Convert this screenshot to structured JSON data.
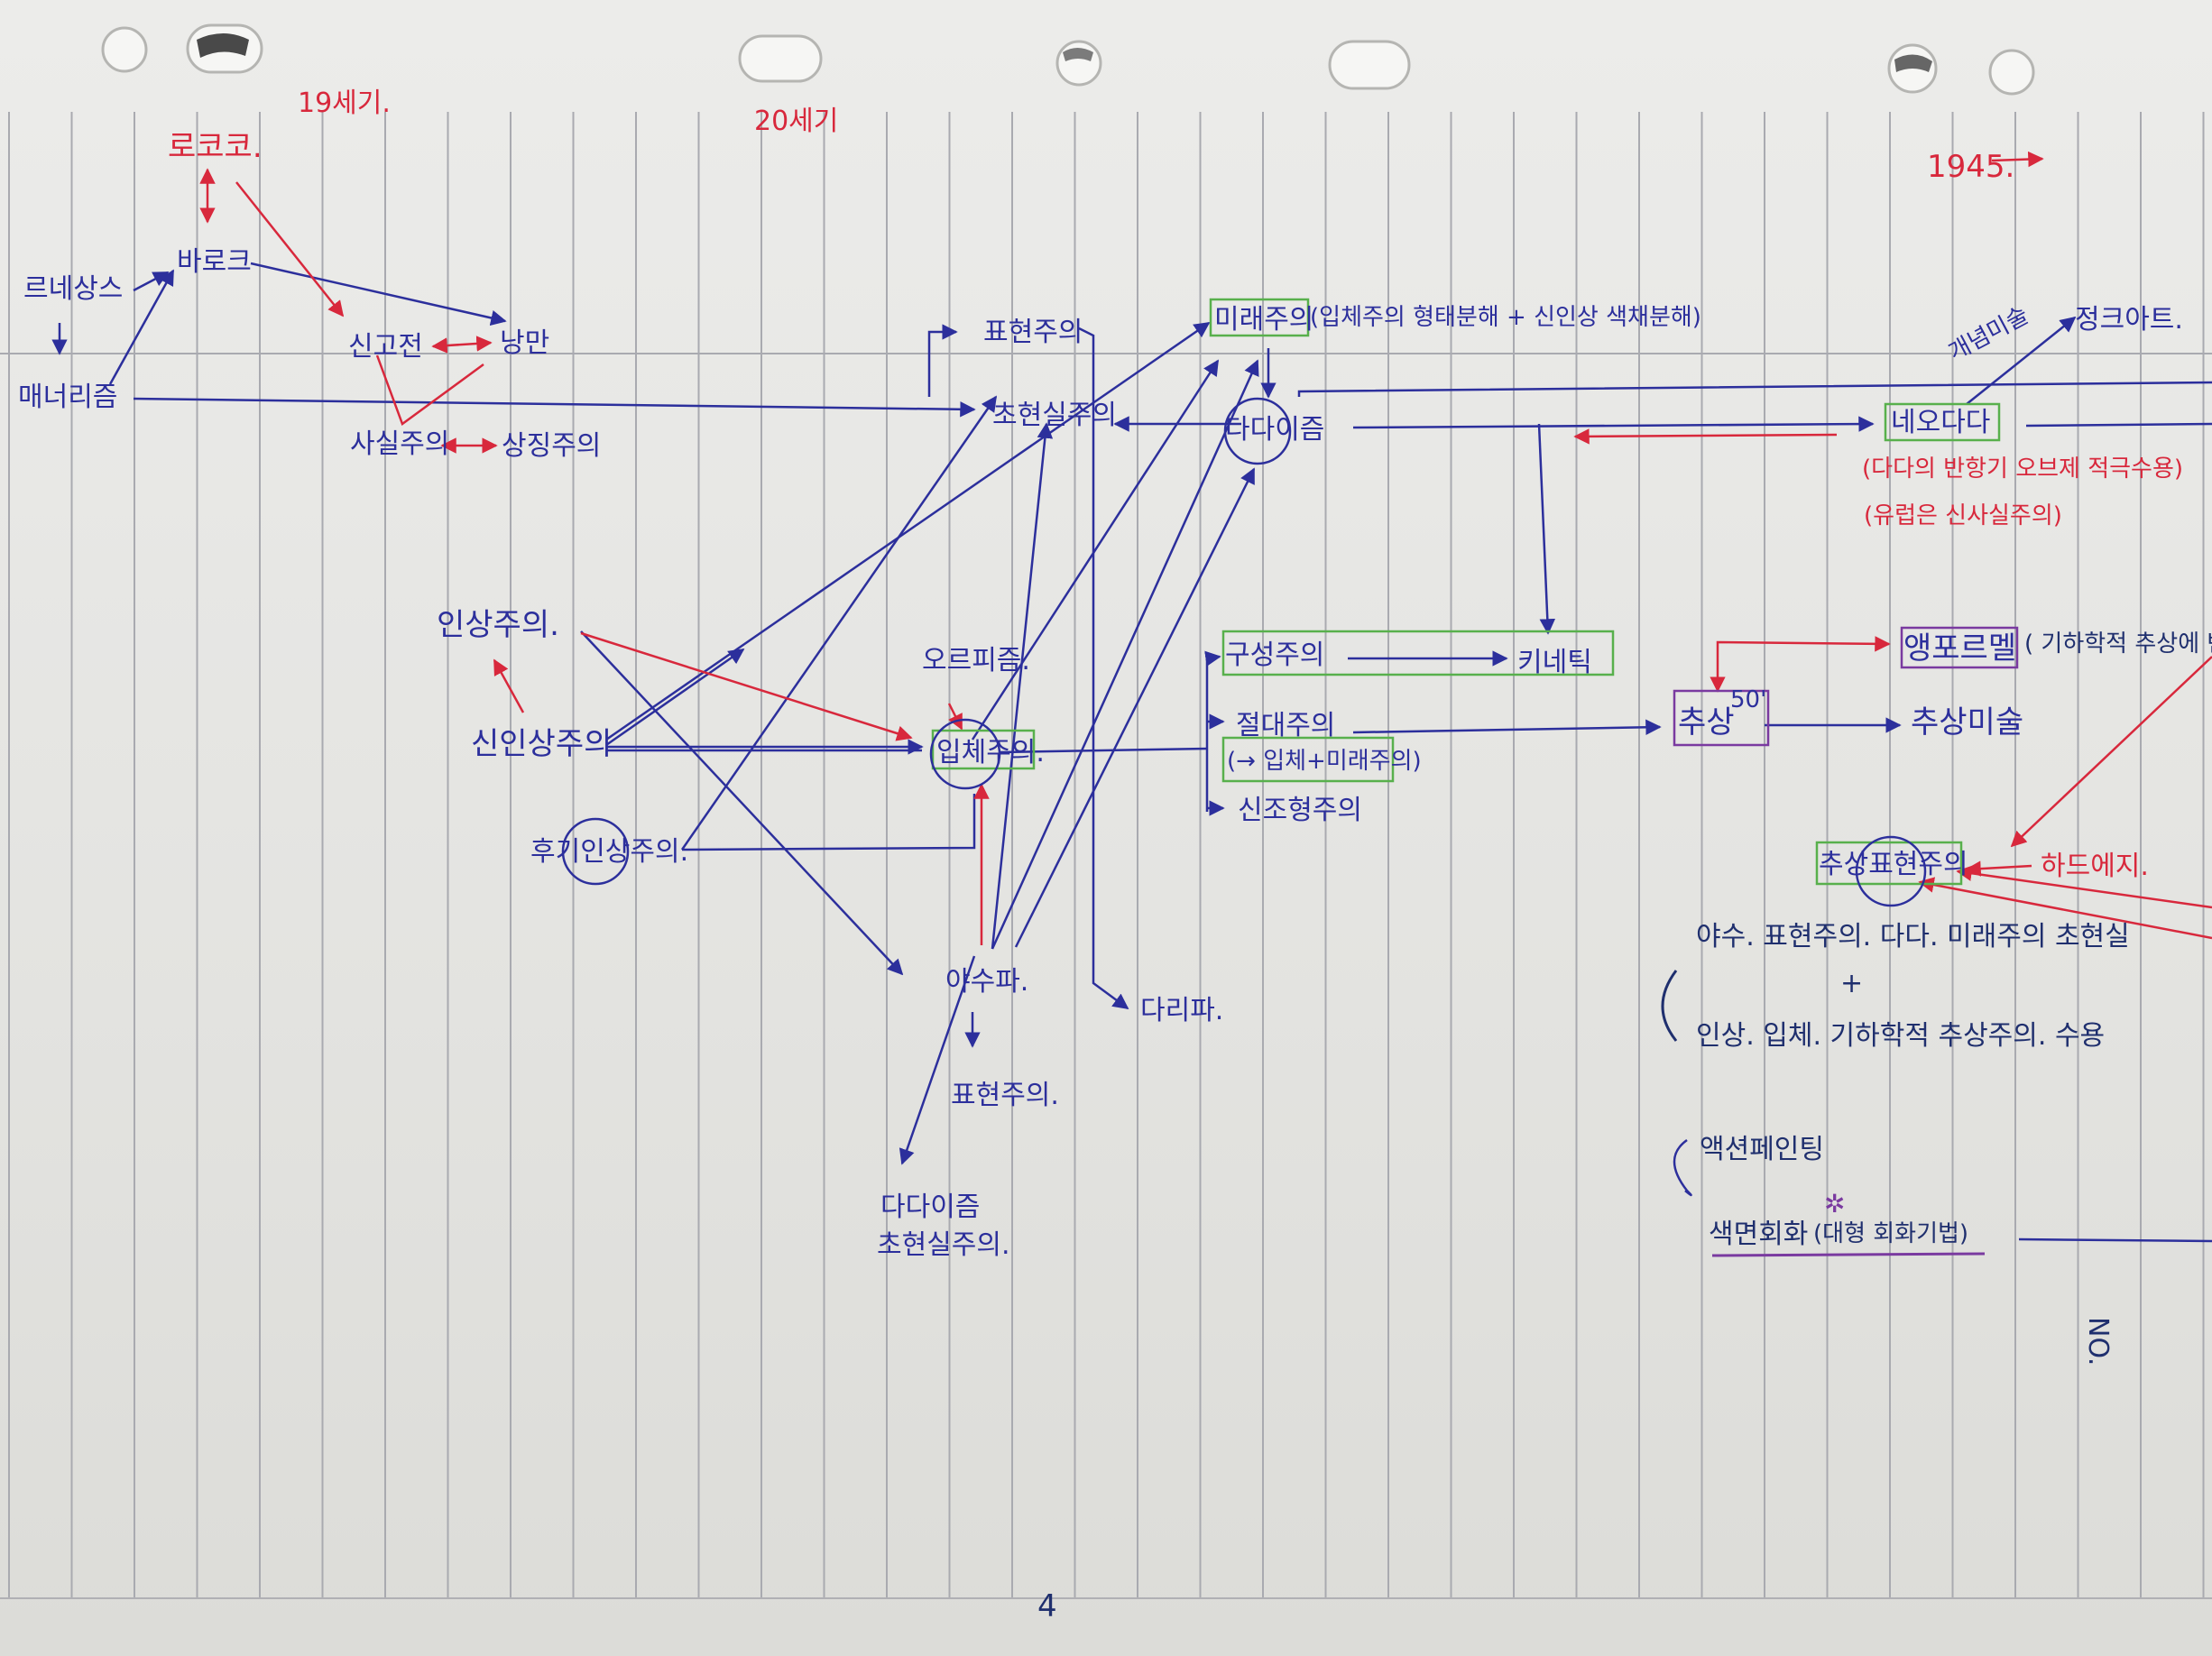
{
  "colors": {
    "ink_blue": "#2c2f9c",
    "ink_red": "#d8283c",
    "ink_green": "#58b04c",
    "ink_purple": "#5a2da0",
    "rule_line": "#a9aab0"
  },
  "timeline": {
    "c19": "19세기.",
    "c20": "20세기",
    "y1945": "1945."
  },
  "nodes": {
    "rococo": "로코코.",
    "baroque": "바로크",
    "renaissance": "르네상스",
    "mannerism": "매너리즘",
    "neoclassicism": "신고전",
    "romanticism": "낭만",
    "realism": "사실주의",
    "symbolism": "상징주의",
    "impressionism": "인상주의.",
    "neo_impressionism": "신인상주의",
    "post_impressionism": "후기인상주의.",
    "orphism": "오르피즘.",
    "cubism": "입체주의.",
    "fauvism": "야수파.",
    "expressionism_bottom": "표현주의.",
    "dadaism_bottom": "다다이즘",
    "surrealism_bottom": "초현실주의.",
    "bridge_school": "다리파.",
    "expressionism_top": "표현주의",
    "surrealism_top": "초현실주의",
    "futurism": "미래주의",
    "futurism_note": "(입체주의 형태분해 + 신인상 색채분해)",
    "dadaism": "다다이즘",
    "neo_dada": "네오다다",
    "neo_dada_note": "(다다의 반항기 오브제 적극수용)",
    "neo_dada_origin": "(유럽은 신사실주의)",
    "conceptual_art": "개념미술",
    "junk_art": "정크아트.",
    "constructivism": "구성주의",
    "kinetic": "키네틱",
    "suprematism": "절대주의",
    "suprematism_note": "(→ 입체+미래주의)",
    "neoplasticism": "신조형주의",
    "abstraction": "추상",
    "abstraction_year": "50'",
    "abstract_art": "추상미술",
    "informel": "앵포르멜",
    "informel_note": "( 기하학적 추상에 반대. )",
    "abstract_expressionism": "추상표현주의",
    "action_painting": "하드에지.",
    "summary_line1": "야수. 표현주의. 다다. 미래주의 초현실",
    "summary_plus": "+",
    "summary_line2": "인상. 입체. 기하학적 추상주의. 수용",
    "action_painting_2": "액션페인팅",
    "color_field": "색면회화",
    "color_field_note": "(대형 회화기법)",
    "page_number": "4",
    "no_label": "NO."
  }
}
